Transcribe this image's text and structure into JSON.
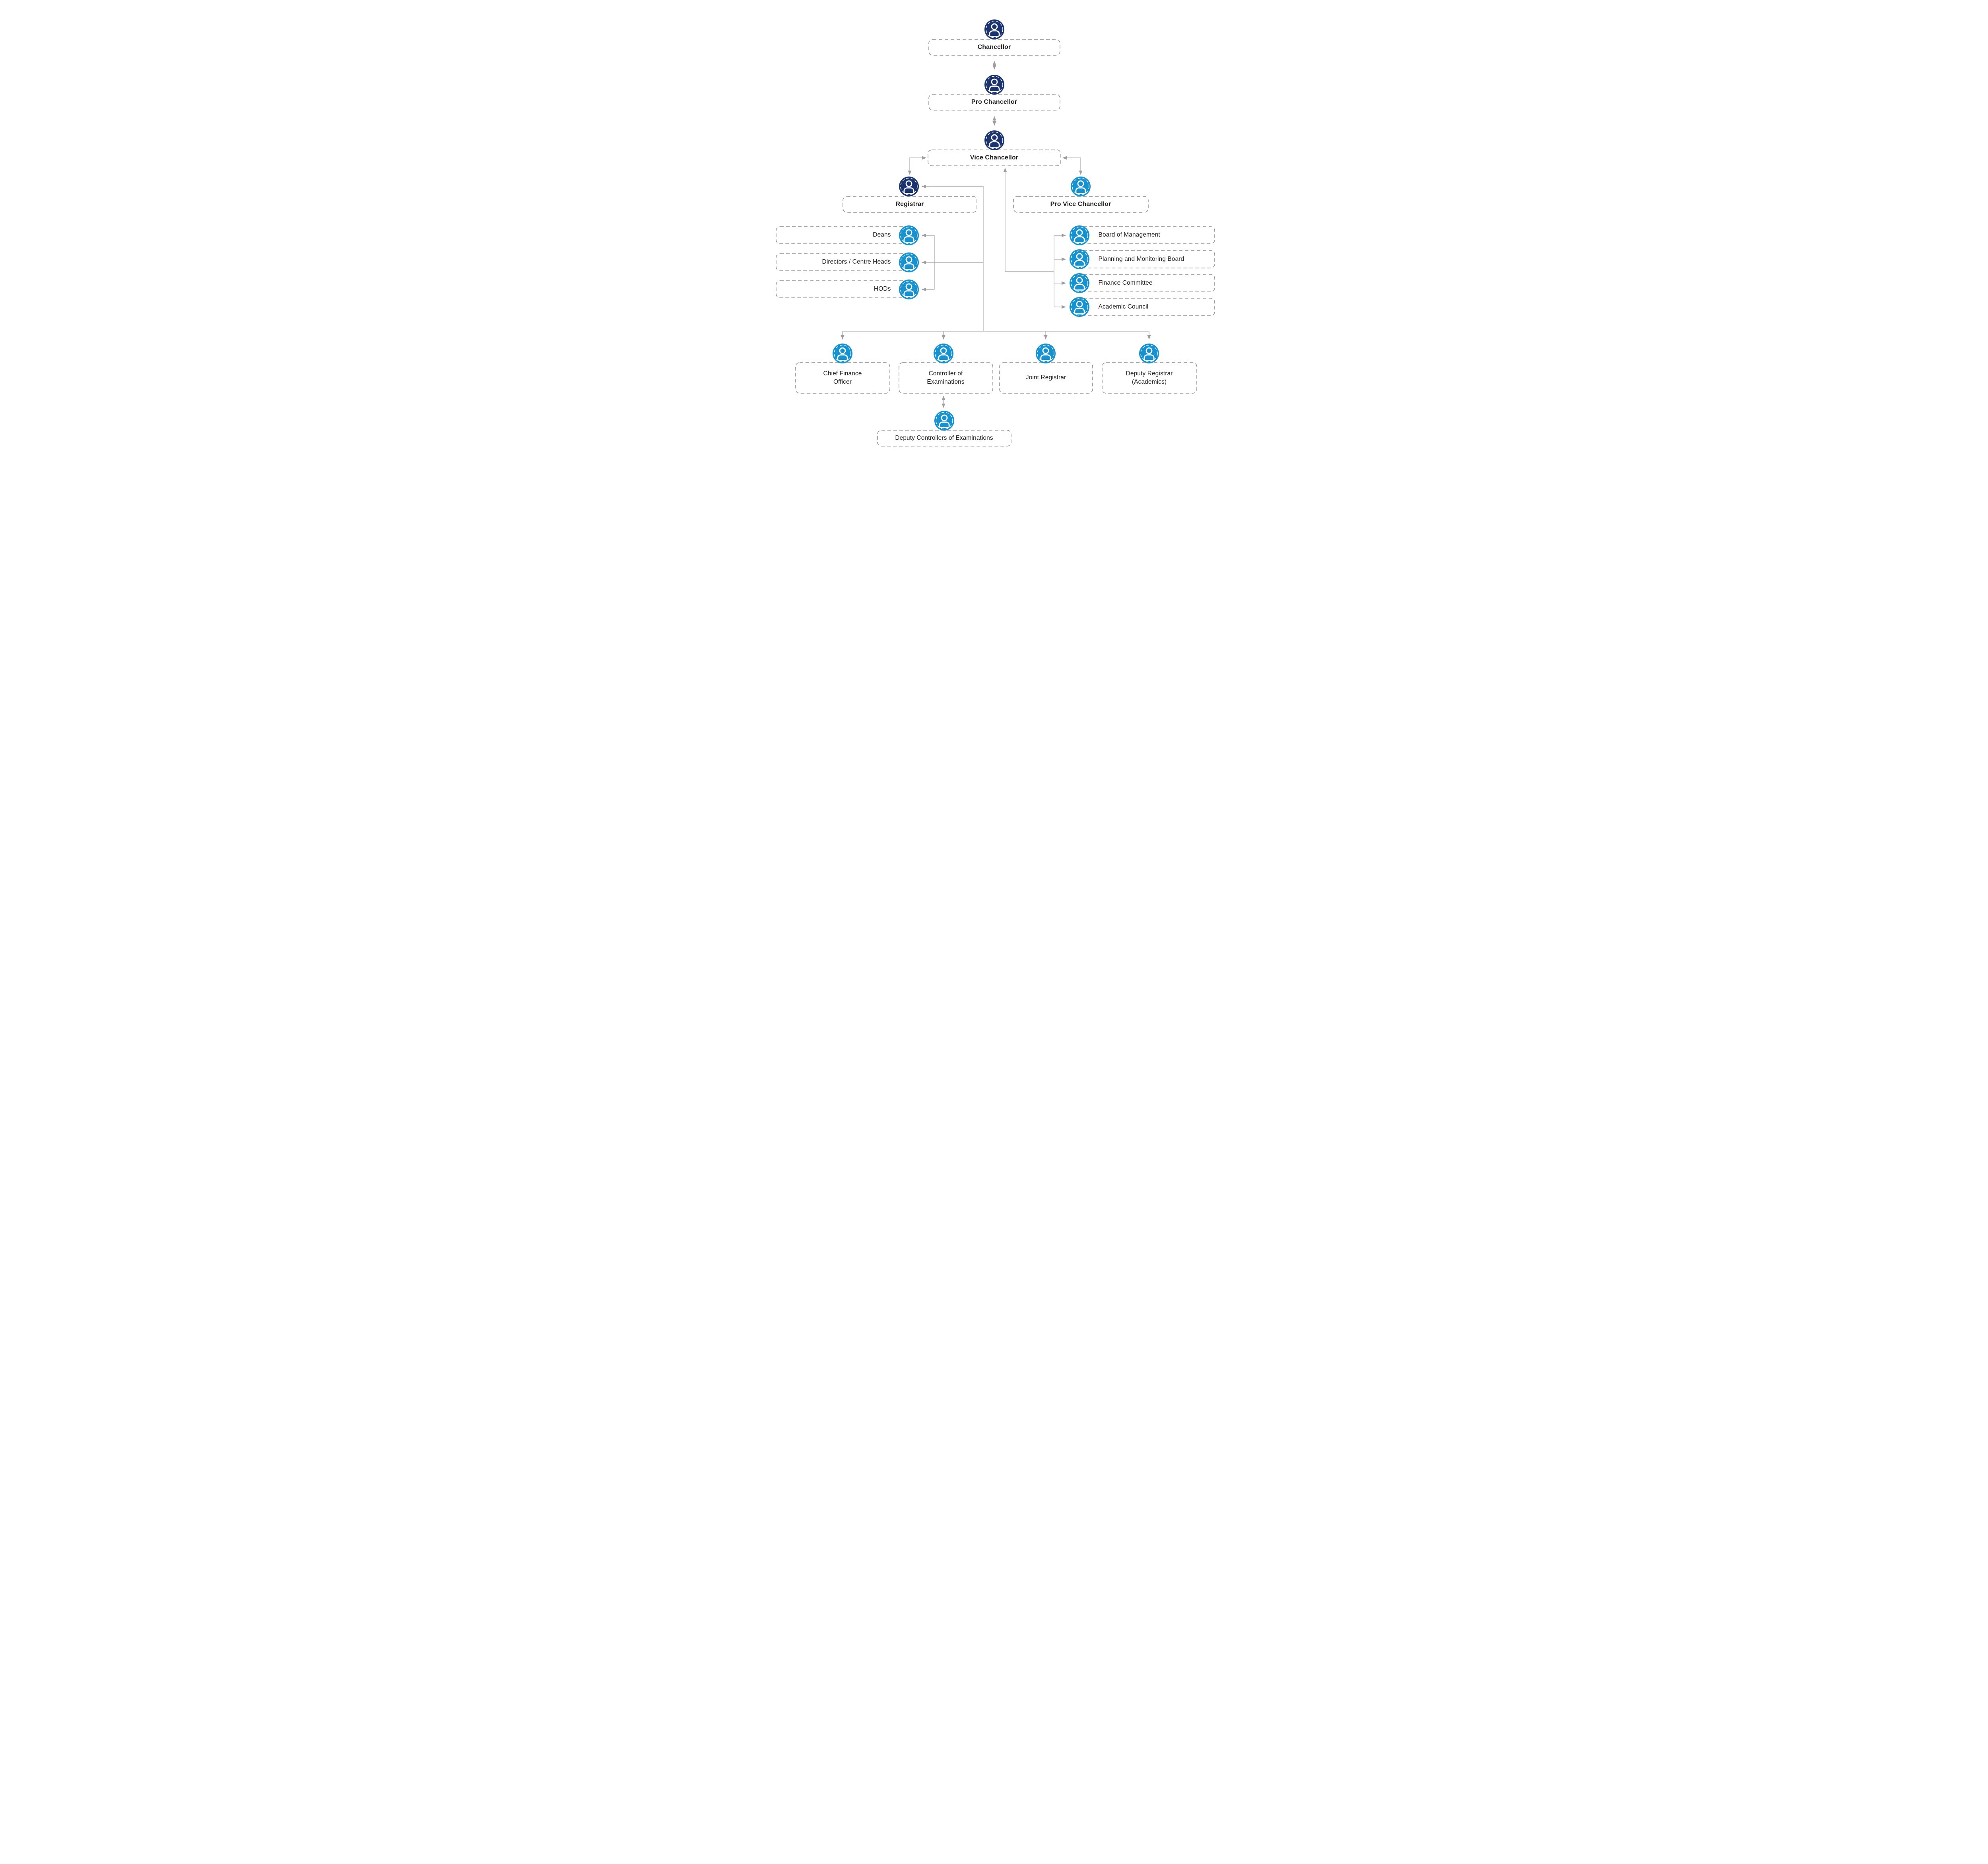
{
  "palette": {
    "navy": "#1b3470",
    "blue": "#1792d0",
    "line": "#b3b3b3",
    "arrow": "#9e9e9e",
    "box_border": "#8f8f8f",
    "text": "#262326",
    "bg": "#ffffff"
  },
  "icons": {
    "person_badge": "person-icon",
    "badge_styles": [
      "navy-filled-circle-with-white-dashed-ring",
      "blue-filled-circle-with-white-dashed-ring"
    ]
  },
  "nodes": {
    "chancellor": {
      "label": "Chancellor",
      "icon_color": "navy",
      "emphasis": "bold"
    },
    "pro_chancellor": {
      "label": "Pro Chancellor",
      "icon_color": "navy",
      "emphasis": "bold"
    },
    "vice_chancellor": {
      "label": "Vice Chancellor",
      "icon_color": "navy",
      "emphasis": "bold"
    },
    "registrar": {
      "label": "Registrar",
      "icon_color": "navy",
      "emphasis": "bold"
    },
    "pro_vice_chancellor": {
      "label": "Pro Vice Chancellor",
      "icon_color": "blue",
      "emphasis": "bold"
    },
    "deans": {
      "label": "Deans",
      "icon_color": "blue",
      "emphasis": "regular"
    },
    "directors_centre_heads": {
      "label": "Directors / Centre Heads",
      "icon_color": "blue",
      "emphasis": "regular"
    },
    "hods": {
      "label": "HODs",
      "icon_color": "blue",
      "emphasis": "regular"
    },
    "board_of_management": {
      "label": "Board of Management",
      "icon_color": "blue",
      "emphasis": "regular"
    },
    "planning_and_monitoring_board": {
      "label": "Planning and Monitoring Board",
      "icon_color": "blue",
      "emphasis": "regular"
    },
    "finance_committee": {
      "label": "Finance Committee",
      "icon_color": "blue",
      "emphasis": "regular"
    },
    "academic_council": {
      "label": "Academic Council",
      "icon_color": "blue",
      "emphasis": "regular"
    },
    "chief_finance_officer": {
      "label": "Chief Finance Officer",
      "icon_color": "blue",
      "emphasis": "regular"
    },
    "controller_of_examinations": {
      "label": "Controller of Examinations",
      "icon_color": "blue",
      "emphasis": "regular"
    },
    "joint_registrar": {
      "label": "Joint Registrar",
      "icon_color": "blue",
      "emphasis": "regular"
    },
    "deputy_registrar_academics": {
      "label": "Deputy Registrar (Academics)",
      "icon_color": "blue",
      "emphasis": "regular"
    },
    "deputy_controllers_of_examinations": {
      "label": "Deputy Controllers of Examinations",
      "icon_color": "blue",
      "emphasis": "regular"
    }
  },
  "relationships": [
    {
      "from": "chancellor",
      "to": "pro_chancellor",
      "arrow": "double"
    },
    {
      "from": "pro_chancellor",
      "to": "vice_chancellor",
      "arrow": "double"
    },
    {
      "from": "vice_chancellor",
      "to": "registrar",
      "arrow": "double-elbow"
    },
    {
      "from": "vice_chancellor",
      "to": "pro_vice_chancellor",
      "arrow": "double-elbow"
    },
    {
      "from": "vice_chancellor",
      "to": "board_of_management",
      "arrow": "single"
    },
    {
      "from": "vice_chancellor",
      "to": "planning_and_monitoring_board",
      "arrow": "single"
    },
    {
      "from": "vice_chancellor",
      "to": "finance_committee",
      "arrow": "single"
    },
    {
      "from": "vice_chancellor",
      "to": "academic_council",
      "arrow": "single"
    },
    {
      "from": "registrar",
      "to": "deans",
      "arrow": "single"
    },
    {
      "from": "registrar",
      "to": "directors_centre_heads",
      "arrow": "single"
    },
    {
      "from": "registrar",
      "to": "hods",
      "arrow": "single"
    },
    {
      "from": "registrar",
      "to": "chief_finance_officer",
      "arrow": "single"
    },
    {
      "from": "registrar",
      "to": "controller_of_examinations",
      "arrow": "single"
    },
    {
      "from": "registrar",
      "to": "joint_registrar",
      "arrow": "single"
    },
    {
      "from": "registrar",
      "to": "deputy_registrar_academics",
      "arrow": "single"
    },
    {
      "from": "controller_of_examinations",
      "to": "deputy_controllers_of_examinations",
      "arrow": "double"
    }
  ]
}
